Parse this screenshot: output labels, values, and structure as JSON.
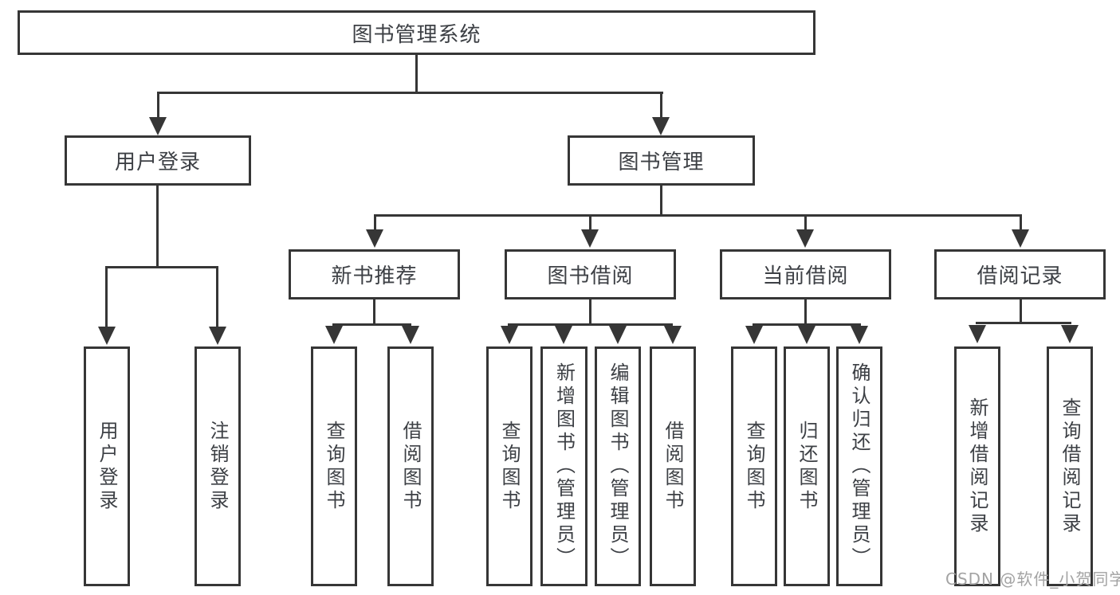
{
  "diagram": {
    "title": "图书管理系统",
    "root": {
      "label": "图书管理系统"
    },
    "level2": [
      {
        "label": "用户登录"
      },
      {
        "label": "图书管理"
      }
    ],
    "level3": [
      {
        "label": "新书推荐"
      },
      {
        "label": "图书借阅"
      },
      {
        "label": "当前借阅"
      },
      {
        "label": "借阅记录"
      }
    ],
    "leaves": [
      {
        "label": "用户登录",
        "parent": "用户登录"
      },
      {
        "label": "注销登录",
        "parent": "用户登录"
      },
      {
        "label": "查询图书",
        "parent": "新书推荐"
      },
      {
        "label": "借阅图书",
        "parent": "新书推荐"
      },
      {
        "label": "查询图书",
        "parent": "图书借阅"
      },
      {
        "label": "新增图书（管理员）",
        "parent": "图书借阅"
      },
      {
        "label": "编辑图书（管理员）",
        "parent": "图书借阅"
      },
      {
        "label": "借阅图书",
        "parent": "图书借阅"
      },
      {
        "label": "查询图书",
        "parent": "当前借阅"
      },
      {
        "label": "归还图书",
        "parent": "当前借阅"
      },
      {
        "label": "确认归还（管理员）",
        "parent": "当前借阅"
      },
      {
        "label": "新增借阅记录",
        "parent": "借阅记录"
      },
      {
        "label": "查询借阅记录",
        "parent": "借阅记录"
      }
    ]
  },
  "watermark": {
    "text": "CSDN @软件_小贺同学",
    "color": "#a3a3a3"
  },
  "colors": {
    "line": "#363636",
    "box_border": "#363636",
    "text": "#3d4045",
    "background": "#ffffff",
    "watermark": "#a3a3a3"
  }
}
